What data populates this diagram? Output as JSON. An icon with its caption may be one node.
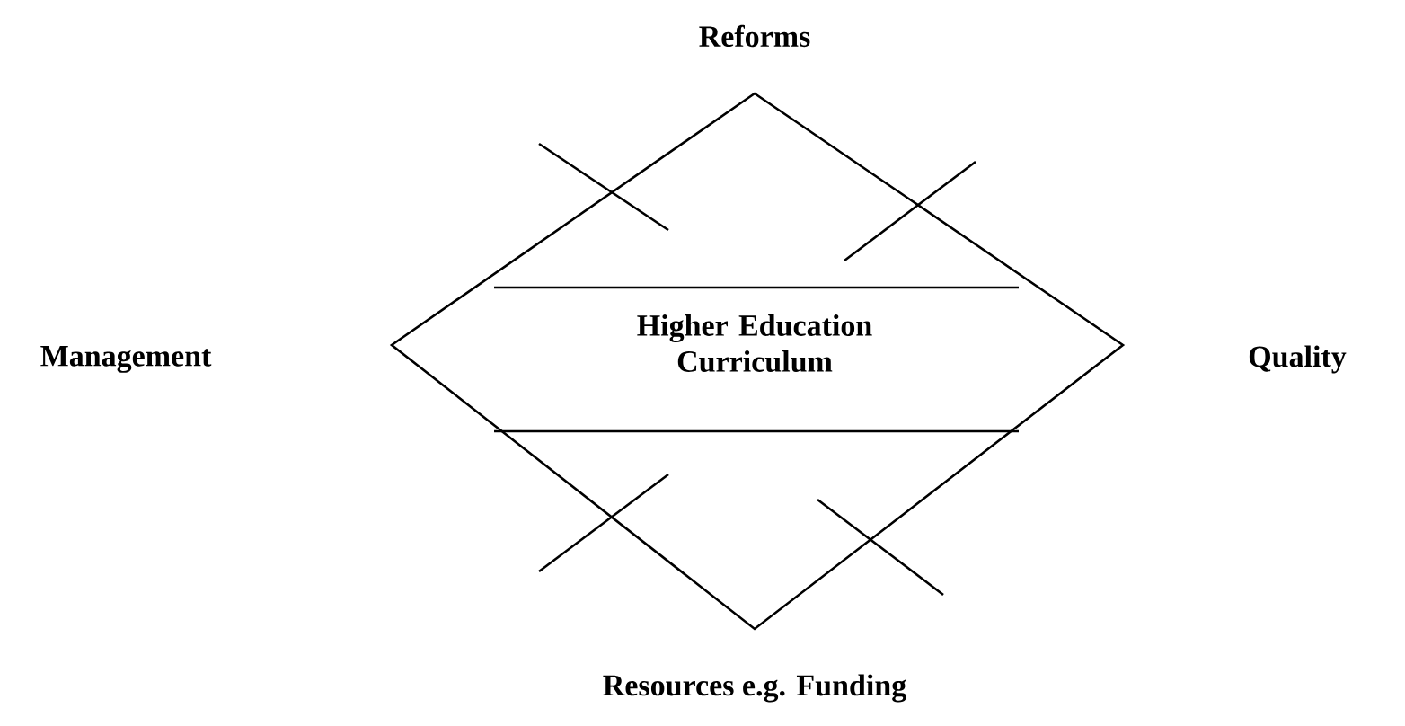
{
  "diagram": {
    "nodes": [
      {
        "text": [
          "Higher Education Curriculum"
        ]
      }
    ],
    "labels": [
      "Reforms",
      "Management",
      "Quality",
      "Resources e.g. Funding"
    ]
  }
}
